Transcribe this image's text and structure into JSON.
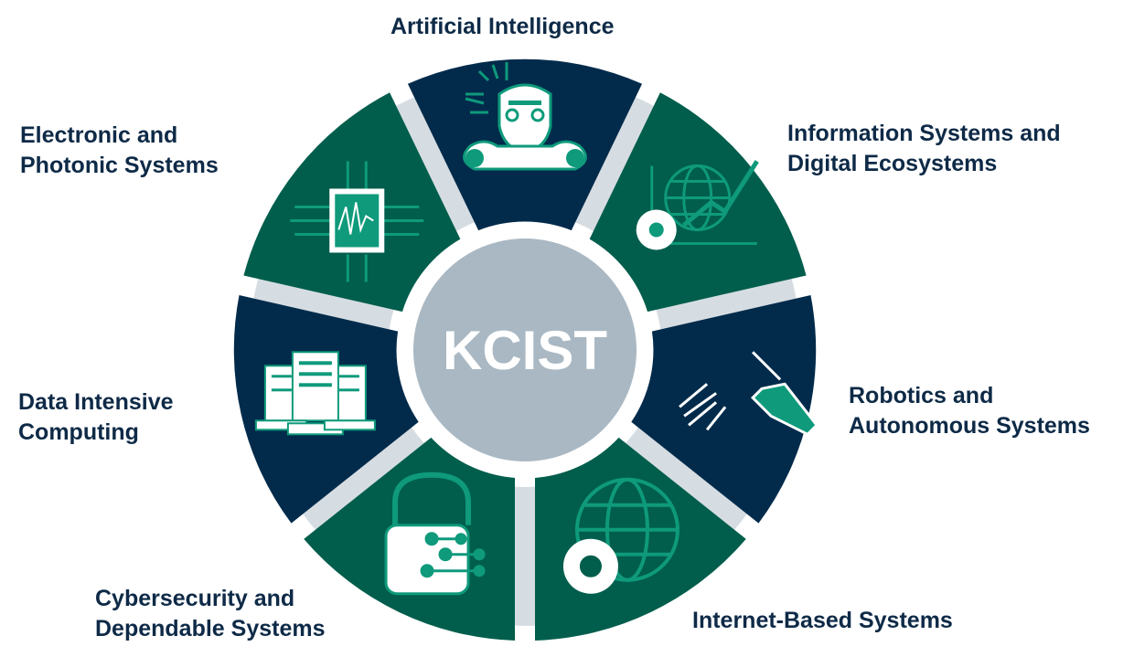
{
  "center_label": "KCIST",
  "colors": {
    "navy": "#022b4b",
    "green": "#015e4c",
    "ring": "#d6dde2",
    "center": "#a9b8c3",
    "accent": "#0e9a7b",
    "text": "#0e2a47"
  },
  "segments": [
    {
      "id": "ai",
      "lines": [
        "Artificial Intelligence"
      ],
      "color": "navy",
      "icon": "robot-head-icon"
    },
    {
      "id": "info",
      "lines": [
        "Information Systems and",
        "Digital Ecosystems"
      ],
      "color": "green",
      "icon": "globe-chart-gear-icon"
    },
    {
      "id": "robotics",
      "lines": [
        "Robotics and",
        "Autonomous Systems"
      ],
      "color": "navy",
      "icon": "robot-hand-icon"
    },
    {
      "id": "internet",
      "lines": [
        "Internet-Based Systems"
      ],
      "color": "green",
      "icon": "globe-gear-icon"
    },
    {
      "id": "cyber",
      "lines": [
        "Cybersecurity and",
        "Dependable Systems"
      ],
      "color": "green",
      "icon": "padlock-icon"
    },
    {
      "id": "data",
      "lines": [
        "Data Intensive",
        "Computing"
      ],
      "color": "navy",
      "icon": "server-rack-icon"
    },
    {
      "id": "electronic",
      "lines": [
        "Electronic and",
        "Photonic Systems"
      ],
      "color": "green",
      "icon": "chip-icon"
    }
  ]
}
